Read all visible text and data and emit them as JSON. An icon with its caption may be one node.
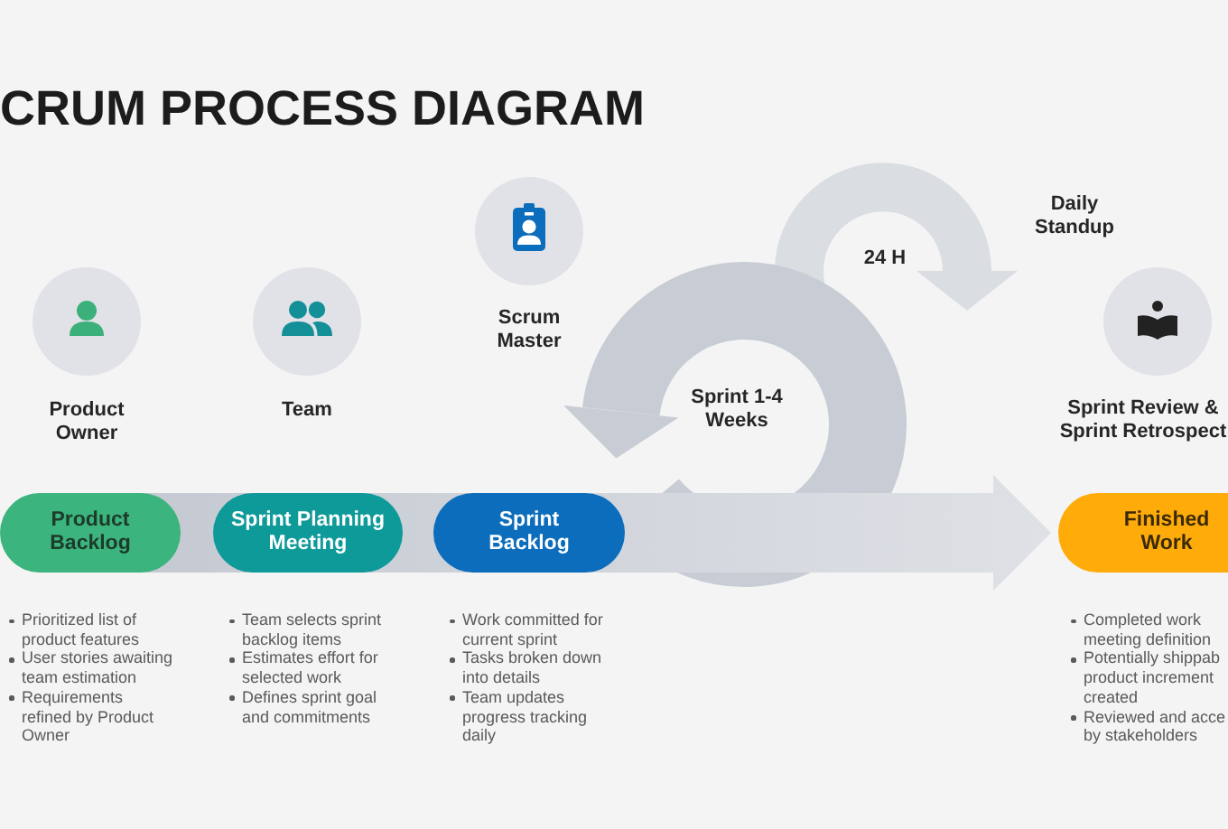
{
  "diagram": {
    "title": "CRUM PROCESS DIAGRAM",
    "nodes": [
      {
        "text": [
          "Product Owner"
        ]
      },
      {
        "text": [
          "Team"
        ]
      },
      {
        "text": [
          "Scrum Master"
        ]
      },
      {
        "text": [
          "24 H"
        ],
        "beside": [
          "Daily Standup"
        ]
      },
      {
        "text": [
          "Sprint 1-4 Weeks"
        ]
      },
      {
        "text": [
          "Sprint Review & Sprint Retrospect"
        ]
      },
      {
        "text": [
          "Product Backlog"
        ],
        "beside": [
          "Prioritized list of product features",
          "User stories awaiting team estimation",
          "Requirements refined by Product Owner"
        ]
      },
      {
        "text": [
          "Sprint Planning Meeting"
        ],
        "beside": [
          "Team selects sprint backlog items",
          "Estimates effort for selected work",
          "Defines sprint goal and commitments"
        ]
      },
      {
        "text": [
          "Sprint Backlog"
        ],
        "beside": [
          "Work committed for current sprint",
          "Tasks broken down into details",
          "Team updates progress tracking daily"
        ]
      },
      {
        "text": [
          "Finished Work"
        ],
        "beside": [
          "Completed work meeting definition",
          "Potentially shippab product increment created",
          "Reviewed and acce by stakeholders"
        ]
      }
    ],
    "edges": [
      {
        "from": 6,
        "to": 7,
        "arrow": "none"
      },
      {
        "from": 7,
        "to": 8,
        "arrow": "none"
      },
      {
        "from": 8,
        "to": 9,
        "arrow": "to"
      }
    ]
  }
}
